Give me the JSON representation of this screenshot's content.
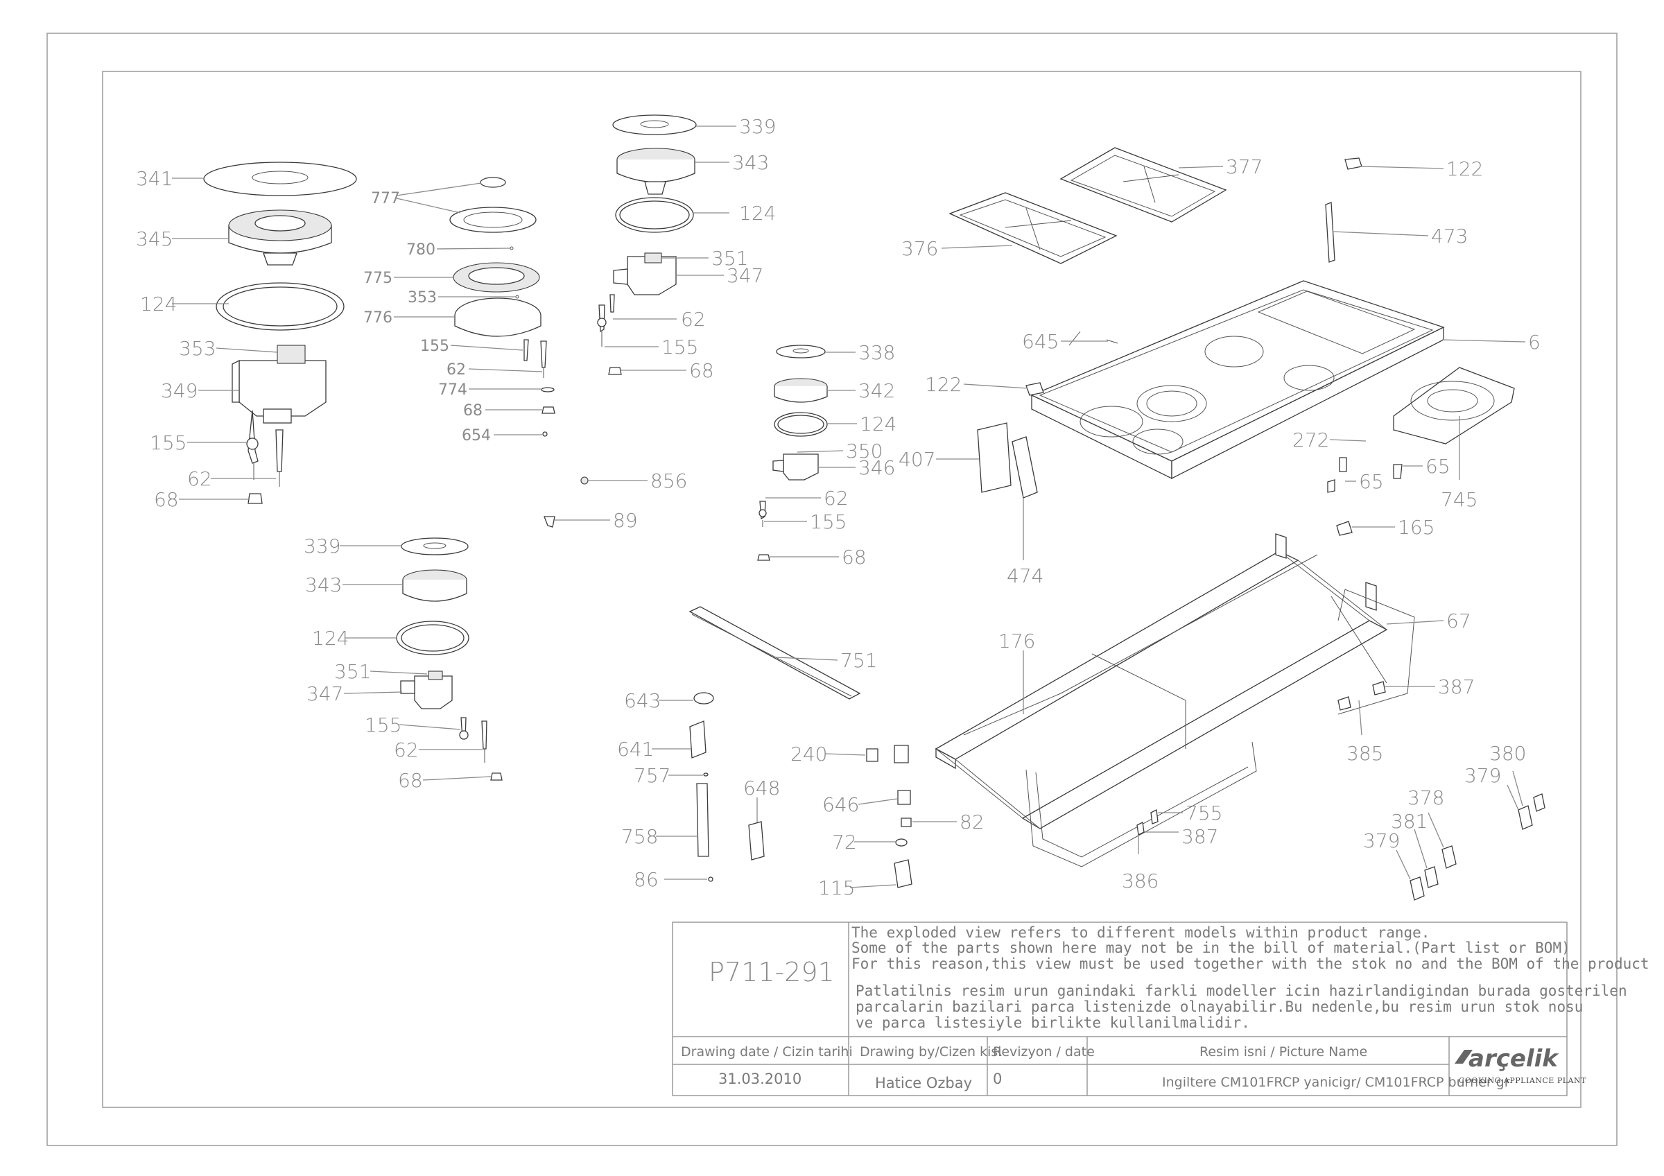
{
  "part_labels": [
    {
      "id": "341"
    },
    {
      "id": "345"
    },
    {
      "id": "124"
    },
    {
      "id": "353"
    },
    {
      "id": "349"
    },
    {
      "id": "155"
    },
    {
      "id": "62"
    },
    {
      "id": "68"
    },
    {
      "id": "777"
    },
    {
      "id": "780"
    },
    {
      "id": "775"
    },
    {
      "id": "353"
    },
    {
      "id": "776"
    },
    {
      "id": "155"
    },
    {
      "id": "62"
    },
    {
      "id": "774"
    },
    {
      "id": "68"
    },
    {
      "id": "654"
    },
    {
      "id": "856"
    },
    {
      "id": "89"
    },
    {
      "id": "339"
    },
    {
      "id": "343"
    },
    {
      "id": "124"
    },
    {
      "id": "351"
    },
    {
      "id": "347"
    },
    {
      "id": "62"
    },
    {
      "id": "155"
    },
    {
      "id": "68"
    },
    {
      "id": "338"
    },
    {
      "id": "342"
    },
    {
      "id": "124"
    },
    {
      "id": "350"
    },
    {
      "id": "346"
    },
    {
      "id": "62"
    },
    {
      "id": "155"
    },
    {
      "id": "68"
    },
    {
      "id": "339"
    },
    {
      "id": "343"
    },
    {
      "id": "124"
    },
    {
      "id": "351"
    },
    {
      "id": "347"
    },
    {
      "id": "155"
    },
    {
      "id": "62"
    },
    {
      "id": "68"
    },
    {
      "id": "377"
    },
    {
      "id": "376"
    },
    {
      "id": "122"
    },
    {
      "id": "473"
    },
    {
      "id": "645"
    },
    {
      "id": "6"
    },
    {
      "id": "122"
    },
    {
      "id": "407"
    },
    {
      "id": "474"
    },
    {
      "id": "272"
    },
    {
      "id": "65"
    },
    {
      "id": "65"
    },
    {
      "id": "745"
    },
    {
      "id": "165"
    },
    {
      "id": "176"
    },
    {
      "id": "67"
    },
    {
      "id": "387"
    },
    {
      "id": "385"
    },
    {
      "id": "751"
    },
    {
      "id": "643"
    },
    {
      "id": "641"
    },
    {
      "id": "757"
    },
    {
      "id": "758"
    },
    {
      "id": "86"
    },
    {
      "id": "648"
    },
    {
      "id": "240"
    },
    {
      "id": "646"
    },
    {
      "id": "82"
    },
    {
      "id": "72"
    },
    {
      "id": "115"
    },
    {
      "id": "755"
    },
    {
      "id": "387"
    },
    {
      "id": "386"
    },
    {
      "id": "380"
    },
    {
      "id": "379"
    },
    {
      "id": "378"
    },
    {
      "id": "381"
    },
    {
      "id": "379"
    }
  ],
  "title_block": {
    "drawing_no": "P711-291",
    "note_en": [
      "The exploded view refers to different models within product range.",
      "Some of the parts shown here may not be in the bill of material.(Part list or BOM)",
      "For this reason,this view must be used together with the stok no and the BOM of the product"
    ],
    "note_tr": [
      "Patlatilnis resim urun ganindaki farkli modeller icin hazirlandigindan burada gosterilen",
      "parcalarin bazilari parca listenizde olnayabilir.Bu nedenle,bu resim urun stok nosu",
      "ve parca listesiyle birlikte kullanilmalidir."
    ],
    "date_head": "Drawing date / Cizin tarihi",
    "date_val": "31.03.2010",
    "by_head": "Drawing by/Cizen kisi",
    "by_val": "Hatice Ozbay",
    "rev_head": "Revizyon / date",
    "rev_val": "0",
    "name_head": "Resim isni / Picture Name",
    "name_val": "Ingiltere CM101FRCP yanicigr/ CM101FRCP burner gr",
    "brand": "arçelik",
    "plant": "COOKING APPLIANCE PLANT"
  }
}
